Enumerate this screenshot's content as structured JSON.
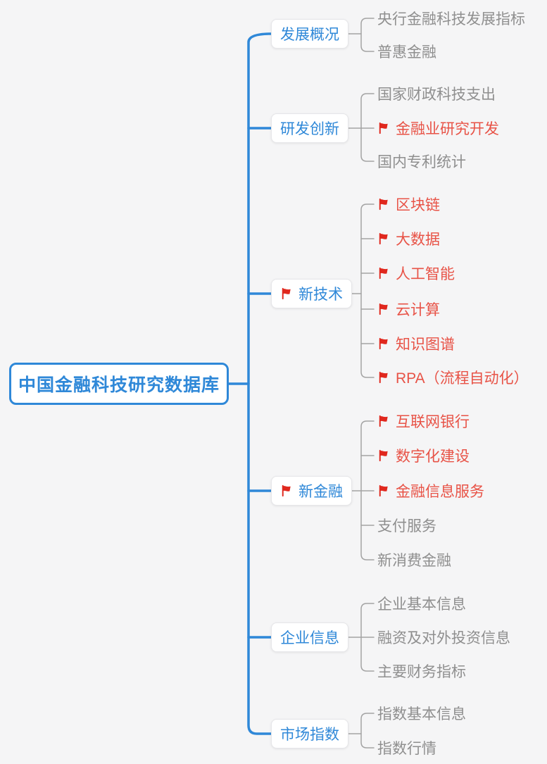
{
  "root": {
    "label": "中国金融科技研究数据库"
  },
  "colors": {
    "background": "#f5f5f6",
    "accent_blue": "#2f88d8",
    "leaf_gray": "#8f8f8f",
    "flag_red_text": "#e85347",
    "flag_red_icon": "#e0281e",
    "bracket_gray": "#a3a3a3",
    "node_background": "#ffffff"
  },
  "branches": [
    {
      "label": "发展概况",
      "flagged": false,
      "children": [
        {
          "label": "央行金融科技发展指标",
          "flagged": false
        },
        {
          "label": "普惠金融",
          "flagged": false
        }
      ]
    },
    {
      "label": "研发创新",
      "flagged": false,
      "children": [
        {
          "label": "国家财政科技支出",
          "flagged": false
        },
        {
          "label": "金融业研究开发",
          "flagged": true
        },
        {
          "label": "国内专利统计",
          "flagged": false
        }
      ]
    },
    {
      "label": "新技术",
      "flagged": true,
      "children": [
        {
          "label": "区块链",
          "flagged": true
        },
        {
          "label": "大数据",
          "flagged": true
        },
        {
          "label": "人工智能",
          "flagged": true
        },
        {
          "label": "云计算",
          "flagged": true
        },
        {
          "label": "知识图谱",
          "flagged": true
        },
        {
          "label": "RPA（流程自动化）",
          "flagged": true
        }
      ]
    },
    {
      "label": "新金融",
      "flagged": true,
      "children": [
        {
          "label": "互联网银行",
          "flagged": true
        },
        {
          "label": "数字化建设",
          "flagged": true
        },
        {
          "label": "金融信息服务",
          "flagged": true
        },
        {
          "label": "支付服务",
          "flagged": false
        },
        {
          "label": "新消费金融",
          "flagged": false
        }
      ]
    },
    {
      "label": "企业信息",
      "flagged": false,
      "children": [
        {
          "label": "企业基本信息",
          "flagged": false
        },
        {
          "label": "融资及对外投资信息",
          "flagged": false
        },
        {
          "label": "主要财务指标",
          "flagged": false
        }
      ]
    },
    {
      "label": "市场指数",
      "flagged": false,
      "children": [
        {
          "label": "指数基本信息",
          "flagged": false
        },
        {
          "label": "指数行情",
          "flagged": false
        }
      ]
    }
  ]
}
